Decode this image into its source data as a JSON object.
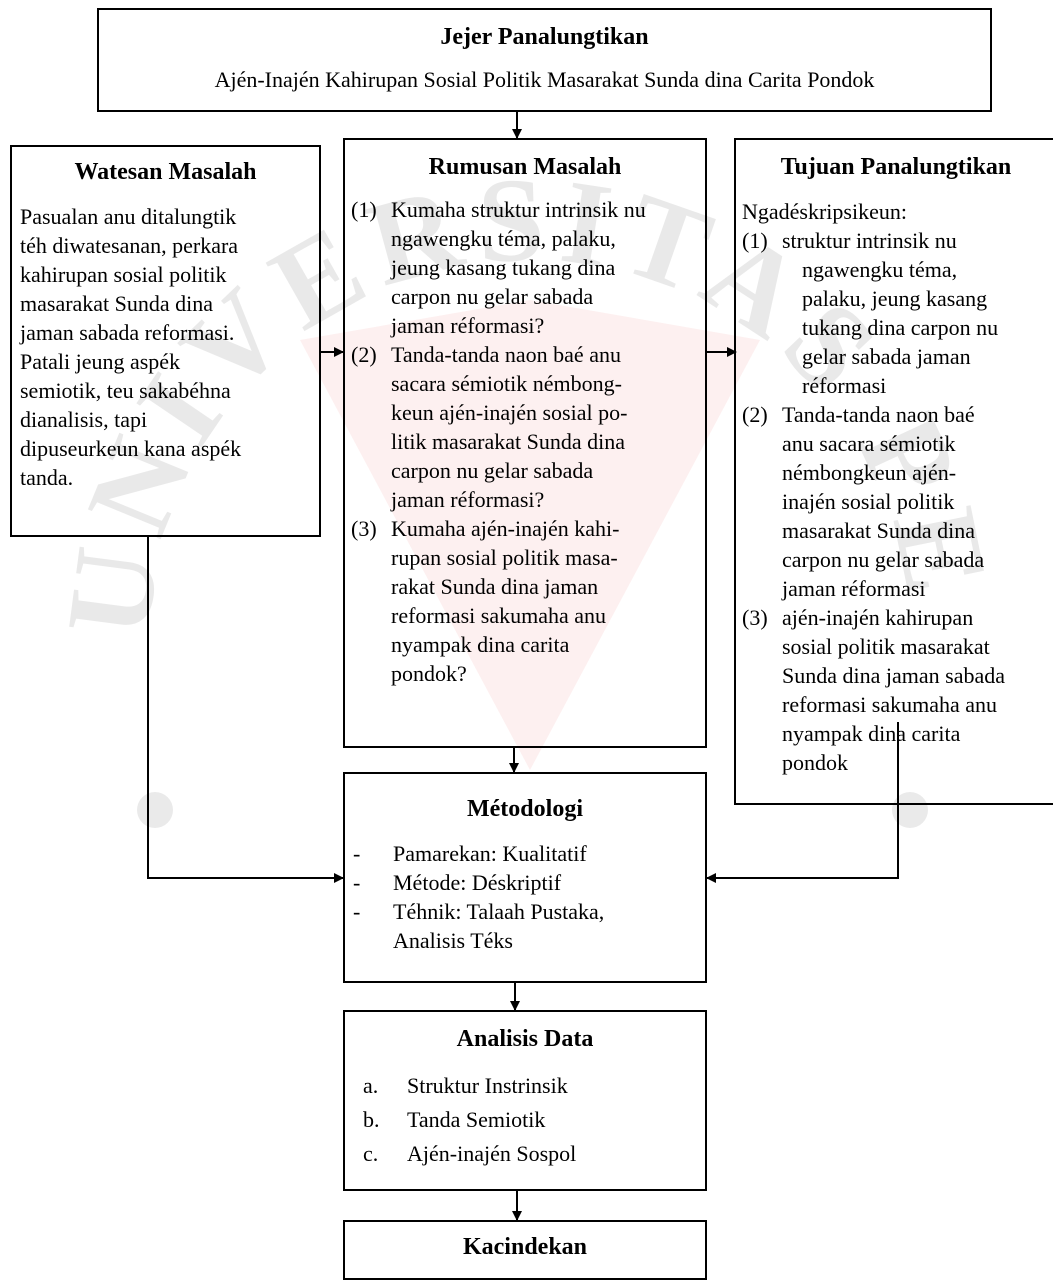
{
  "header": {
    "title": "Jejer Panalungtikan",
    "subtitle": "Ajén-Inajén Kahirupan Sosial Politik Masarakat Sunda dina Carita Pondok"
  },
  "watesan": {
    "title": "Watesan Masalah",
    "lines": [
      "Pasualan anu ditalungtik",
      "téh diwatesanan, perkara",
      "kahirupan sosial politik",
      "masarakat Sunda dina",
      "jaman sabada reformasi.",
      "Patali jeung aspék",
      "semiotik, teu sakabéhna",
      "dianalisis, tapi",
      "dipuseurkeun kana aspék",
      "tanda."
    ]
  },
  "rumusan": {
    "title": "Rumusan Masalah",
    "items": [
      {
        "num": "(1)",
        "lines": [
          "Kumaha struktur intrinsik nu",
          "ngawengku téma, palaku,",
          "jeung kasang tukang dina",
          "carpon nu gelar sabada",
          "jaman réformasi?"
        ]
      },
      {
        "num": "(2)",
        "lines": [
          "Tanda-tanda naon baé anu",
          "sacara sémiotik  némbong-",
          "keun ajén-inajén sosial po-",
          "litik masarakat Sunda dina",
          "carpon nu gelar sabada",
          "jaman réformasi?"
        ]
      },
      {
        "num": "(3)",
        "lines": [
          "Kumaha ajén-inajén kahi-",
          "rupan sosial politik masa-",
          "rakat Sunda dina jaman",
          "reformasi sakumaha anu",
          "nyampak dina carita",
          "pondok?"
        ]
      }
    ]
  },
  "tujuan": {
    "title": "Tujuan Panalungtikan",
    "intro": "Ngadéskripsikeun:",
    "items": [
      {
        "num": "(1)",
        "lines": [
          "struktur intrinsik nu",
          "ngawengku téma,",
          "palaku, jeung kasang",
          "tukang dina carpon nu",
          "gelar sabada jaman",
          "réformasi"
        ]
      },
      {
        "num": "(2)",
        "lines": [
          "Tanda-tanda naon baé",
          "anu sacara sémiotik",
          "némbongkeun ajén-",
          "inajén sosial politik",
          "masarakat Sunda dina",
          "carpon nu gelar sabada",
          "jaman réformasi"
        ]
      },
      {
        "num": "(3)",
        "lines": [
          "ajén-inajén kahirupan",
          "sosial politik masarakat",
          "Sunda dina jaman sabada",
          "reformasi sakumaha anu",
          "nyampak dina carita",
          "pondok"
        ]
      }
    ]
  },
  "metodologi": {
    "title": "Métodologi",
    "items": [
      {
        "mark": "-",
        "lines": [
          "Pamarekan: Kualitatif"
        ]
      },
      {
        "mark": "-",
        "lines": [
          "Métode: Déskriptif"
        ]
      },
      {
        "mark": "-",
        "lines": [
          "Téhnik: Talaah Pustaka,",
          "Analisis Téks"
        ]
      }
    ]
  },
  "analisis": {
    "title": "Analisis Data",
    "items": [
      {
        "mark": "a.",
        "text": " Struktur Instrinsik"
      },
      {
        "mark": "b.",
        "text": "Tanda Semiotik"
      },
      {
        "mark": "c.",
        "text": "Ajén-inajén Sospol"
      }
    ]
  },
  "kacindekan": {
    "title": "Kacindekan"
  },
  "watermark": {
    "text": "UNIVERSITAS PENDIDIKAN INDONESIA PERPUSTAKAAN",
    "color": "#c8c8c8",
    "accent": "#f3a7a7"
  }
}
